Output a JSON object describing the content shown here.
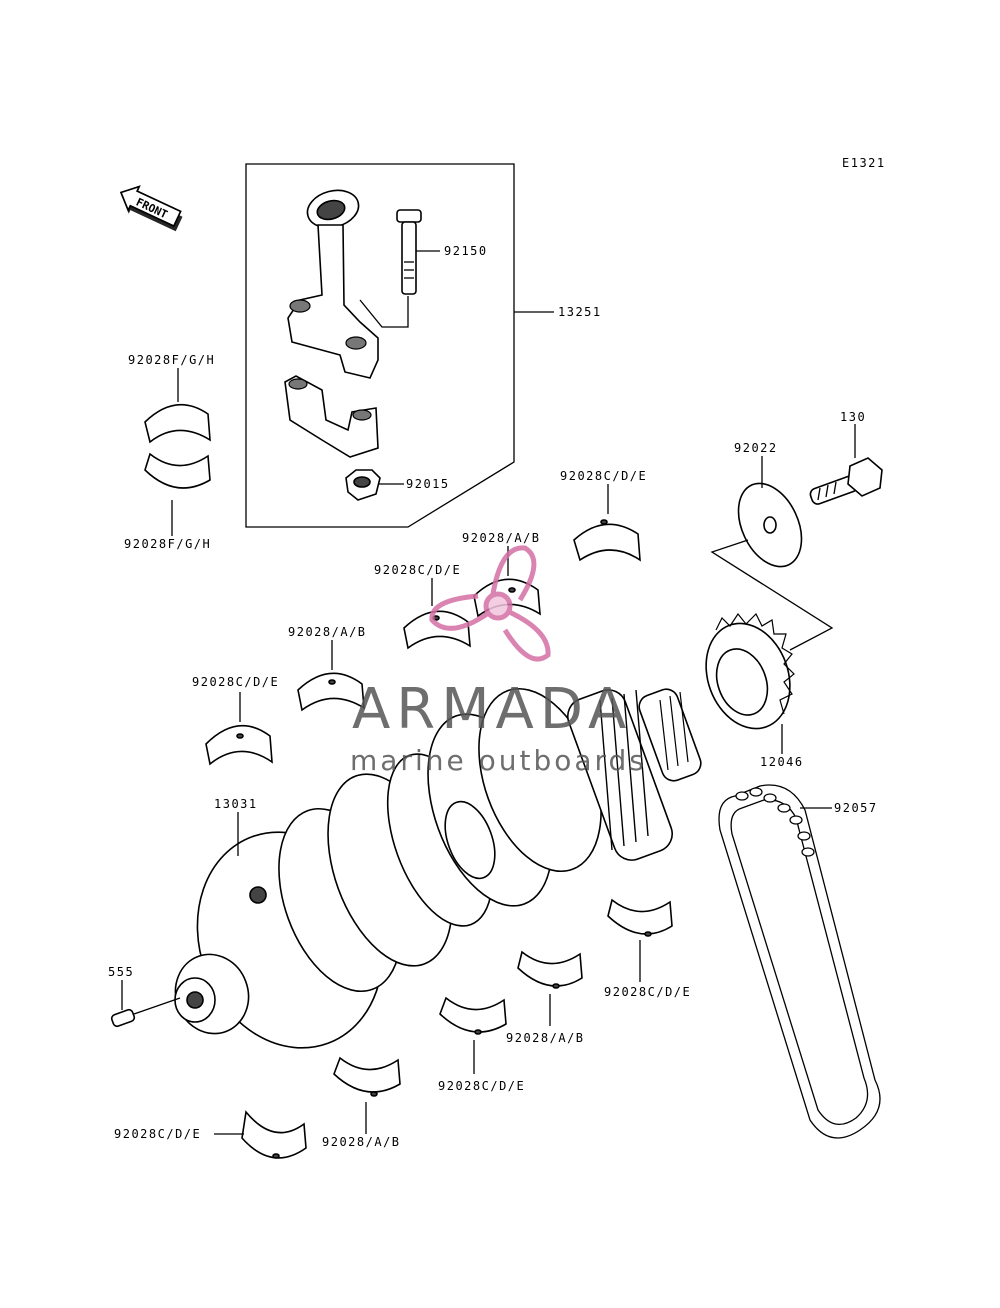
{
  "diagram": {
    "code": "E1321",
    "front_label": "FRONT",
    "colors": {
      "watermark": "#d46fa5",
      "watermark_text": "#555555",
      "line": "#000000"
    },
    "labels": {
      "p92150": "92150",
      "p13251": "13251",
      "p92015": "92015",
      "p92028fgh_top": "92028F/G/H",
      "p92028fgh_bot": "92028F/G/H",
      "p92022": "92022",
      "p130": "130",
      "p92028cde_1": "92028C/D/E",
      "p92028ab_1": "92028/A/B",
      "p92028cde_2": "92028C/D/E",
      "p92028ab_2": "92028/A/B",
      "p92028cde_3": "92028C/D/E",
      "p12046": "12046",
      "p92057": "92057",
      "p13031": "13031",
      "p555": "555",
      "p92028cde_4": "92028C/D/E",
      "p92028ab_3": "92028/A/B",
      "p92028cde_5": "92028C/D/E",
      "p92028cde_6": "92028C/D/E",
      "p92028ab_4": "92028/A/B"
    }
  },
  "watermark": {
    "brand": "ARMADA",
    "tagline": "marine outboards"
  }
}
